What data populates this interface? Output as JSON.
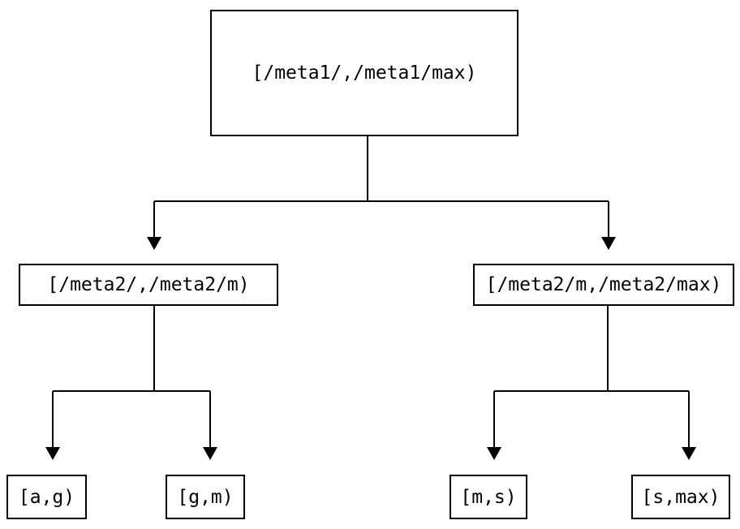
{
  "diagram": {
    "type": "tree",
    "nodes": {
      "root": {
        "label": "[/meta1/,/meta1/max)"
      },
      "mid_left": {
        "label": "[/meta2/,/meta2/m)"
      },
      "mid_right": {
        "label": "[/meta2/m,/meta2/max)"
      },
      "leaf_ag": {
        "label": "[a,g)"
      },
      "leaf_gm": {
        "label": "[g,m)"
      },
      "leaf_ms": {
        "label": "[m,s)"
      },
      "leaf_smax": {
        "label": "[s,max)"
      }
    },
    "edges": [
      {
        "from": "root",
        "to": "mid_left"
      },
      {
        "from": "root",
        "to": "mid_right"
      },
      {
        "from": "mid_left",
        "to": "leaf_ag"
      },
      {
        "from": "mid_left",
        "to": "leaf_gm"
      },
      {
        "from": "mid_right",
        "to": "leaf_ms"
      },
      {
        "from": "mid_right",
        "to": "leaf_smax"
      }
    ],
    "colors": {
      "background": "#ffffff",
      "line": "#000000",
      "node_border": "#000000",
      "text": "#000000"
    }
  }
}
